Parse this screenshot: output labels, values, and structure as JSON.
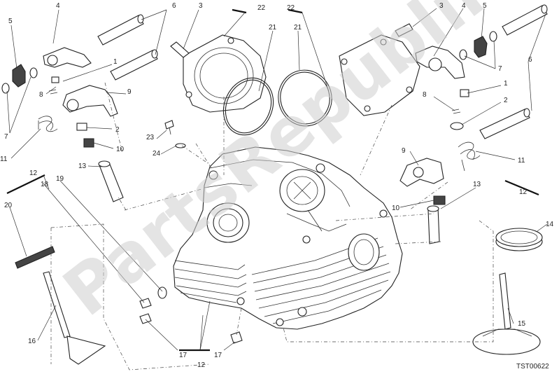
{
  "watermark": "PartsRepublik",
  "drawing_code": "TST00622",
  "callouts": [
    {
      "id": "c4a",
      "text": "4"
    },
    {
      "id": "c5a",
      "text": "5"
    },
    {
      "id": "c6a",
      "text": "6"
    },
    {
      "id": "c3a",
      "text": "3"
    },
    {
      "id": "c22a",
      "text": "22"
    },
    {
      "id": "c21a",
      "text": "21"
    },
    {
      "id": "c22b",
      "text": "22"
    },
    {
      "id": "c21b",
      "text": "21"
    },
    {
      "id": "c3b",
      "text": "3"
    },
    {
      "id": "c4b",
      "text": "4"
    },
    {
      "id": "c5b",
      "text": "5"
    },
    {
      "id": "c6b",
      "text": "6"
    },
    {
      "id": "c1a",
      "text": "1"
    },
    {
      "id": "c8a",
      "text": "8"
    },
    {
      "id": "c9a",
      "text": "9"
    },
    {
      "id": "c7a",
      "text": "7"
    },
    {
      "id": "c2a",
      "text": "2"
    },
    {
      "id": "c11a",
      "text": "11"
    },
    {
      "id": "c10a",
      "text": "10"
    },
    {
      "id": "c23",
      "text": "23"
    },
    {
      "id": "c24",
      "text": "24"
    },
    {
      "id": "c13a",
      "text": "13"
    },
    {
      "id": "c12a",
      "text": "12"
    },
    {
      "id": "c19",
      "text": "19"
    },
    {
      "id": "c18",
      "text": "18"
    },
    {
      "id": "c20",
      "text": "20"
    },
    {
      "id": "c16",
      "text": "16"
    },
    {
      "id": "c17a",
      "text": "17"
    },
    {
      "id": "c17b",
      "text": "17"
    },
    {
      "id": "c12b",
      "text": "12"
    },
    {
      "id": "c7b",
      "text": "7"
    },
    {
      "id": "c1b",
      "text": "1"
    },
    {
      "id": "c8b",
      "text": "8"
    },
    {
      "id": "c2b",
      "text": "2"
    },
    {
      "id": "c11b",
      "text": "11"
    },
    {
      "id": "c9b",
      "text": "9"
    },
    {
      "id": "c13b",
      "text": "13"
    },
    {
      "id": "c10b",
      "text": "10"
    },
    {
      "id": "c12c",
      "text": "12"
    },
    {
      "id": "c14",
      "text": "14"
    },
    {
      "id": "c15",
      "text": "15"
    }
  ]
}
